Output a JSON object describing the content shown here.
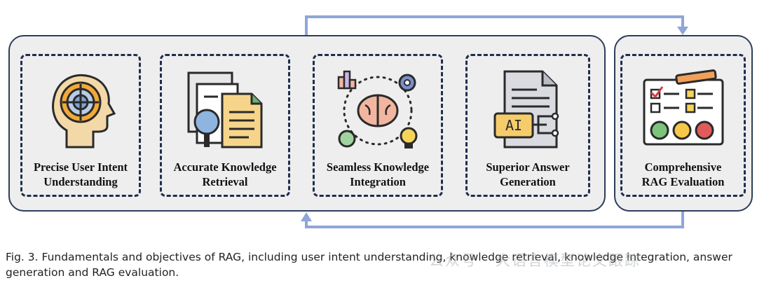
{
  "stages": [
    {
      "icon": "head-target-icon",
      "label": "Precise User Intent\nUnderstanding"
    },
    {
      "icon": "documents-search-icon",
      "label": "Accurate Knowledge\nRetrieval"
    },
    {
      "icon": "brain-network-icon",
      "label": "Seamless Knowledge\nIntegration"
    },
    {
      "icon": "ai-document-icon",
      "label": "Superior Answer\nGeneration"
    }
  ],
  "evaluation": {
    "icon": "evaluation-clipboard-icon",
    "label": "Comprehensive\nRAG Evaluation"
  },
  "caption": "Fig. 3.  Fundamentals and objectives of RAG, including user intent understanding, knowledge retrieval, knowledge integration, answer generation and RAG evaluation.",
  "watermark": "公众号 · 大语言模型论文跟踪",
  "colors": {
    "arrow": "#8ea6d8",
    "border": "#1f2e4d",
    "panel": "#eeeeee"
  }
}
